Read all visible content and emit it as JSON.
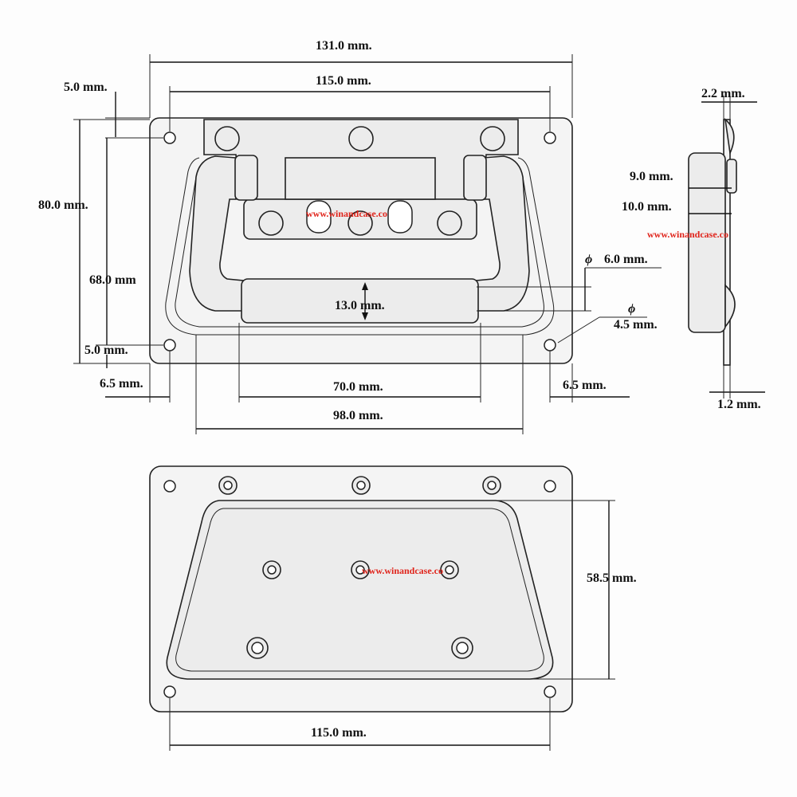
{
  "colors": {
    "line": "#111111",
    "plate_fill": "#f4f4f4",
    "watermark": "#e0241b"
  },
  "watermark": {
    "text_a": "www.winandcase.co",
    "text_b": "www.winandcase.co",
    "text_c": "www.winandcase.co"
  },
  "front_view": {
    "overall_width": "131.0 mm.",
    "hole_spacing": "115.0 mm.",
    "top_edge_offset": "5.0 mm.",
    "overall_height": "80.0 mm.",
    "hole_vertical_spacing": "68.0 mm",
    "bottom_edge_offset": "5.0 mm.",
    "left_edge_offset": "6.5 mm.",
    "right_edge_offset": "6.5  mm.",
    "grip_length": "70.0 mm.",
    "handle_width": "98.0 mm.",
    "grip_diameter": "13.0 mm.",
    "rod_diameter_symbol": "ϕ",
    "rod_diameter": "6.0 mm.",
    "hole_diameter_symbol": "ϕ",
    "hole_diameter": "4.5 mm."
  },
  "side_view": {
    "top_thickness": "2.2 mm.",
    "mid_depth": "9.0 mm.",
    "depth": "10.0 mm.",
    "plate_thickness": "1.2 mm."
  },
  "rear_view": {
    "pan_depth": "58.5 mm.",
    "hole_spacing": "115.0 mm."
  }
}
